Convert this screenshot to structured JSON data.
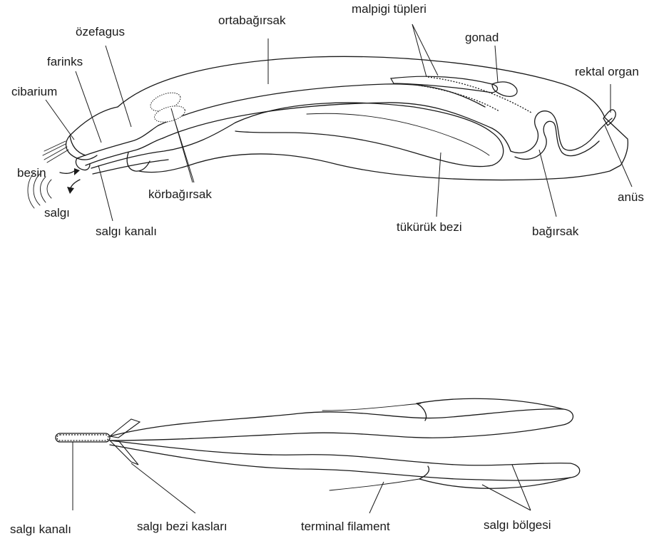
{
  "top_diagram": {
    "labels": {
      "ozefagus": "özefagus",
      "ortabagirsak": "ortabağırsak",
      "malpigi": "malpigi tüpleri",
      "gonad": "gonad",
      "rektal_organ": "rektal organ",
      "farinks": "farinks",
      "cibarium": "cibarium",
      "besin": "besin",
      "salgi": "salgı",
      "salgi_kanali": "salgı kanalı",
      "korbagirsak": "körbağırsak",
      "tukuruk_bezi": "tükürük bezi",
      "bagirsak": "bağırsak",
      "anus": "anüs"
    }
  },
  "bottom_diagram": {
    "labels": {
      "salgi_kanali": "salgı kanalı",
      "salgi_bezi_kaslari": "salgı bezi kasları",
      "terminal_filament": "terminal filament",
      "salgi_bolgesi": "salgı bölgesi"
    }
  }
}
